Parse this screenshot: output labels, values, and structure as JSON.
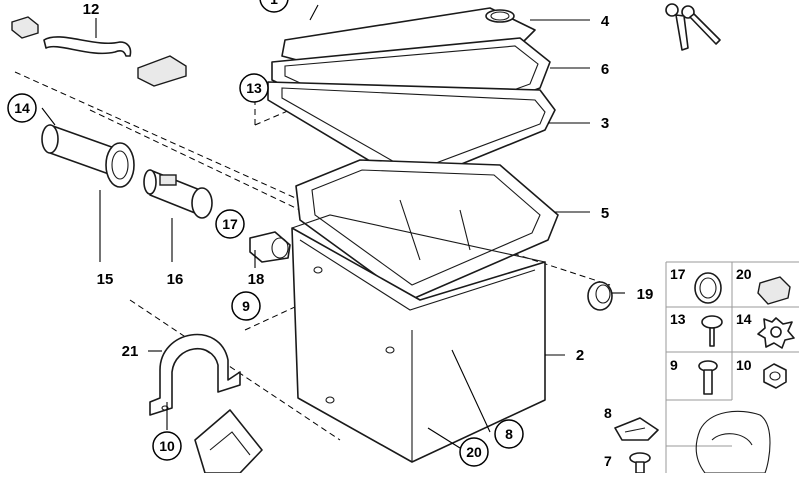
{
  "labels": {
    "l1": "1",
    "l2": "2",
    "l3": "3",
    "l4": "4",
    "l5": "5",
    "l6": "6",
    "l8": "8",
    "l9": "9",
    "l10": "10",
    "l12": "12",
    "l13": "13",
    "l14": "14",
    "l15": "15",
    "l16": "16",
    "l17": "17",
    "l18": "18",
    "l19": "19",
    "l20": "20",
    "l21": "21"
  },
  "legend": {
    "g17": "17",
    "g20": "20",
    "g13": "13",
    "g14": "14",
    "g9": "9",
    "g10": "10",
    "g8": "8",
    "g7": "7"
  }
}
